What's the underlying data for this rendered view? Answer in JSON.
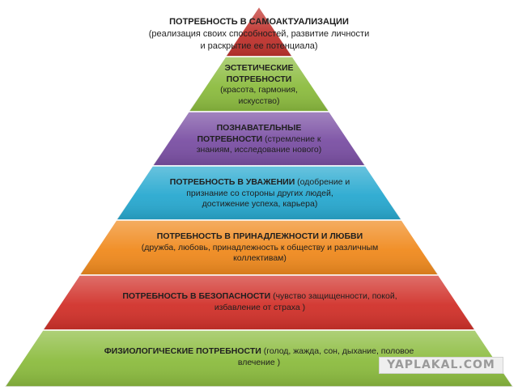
{
  "levels": [
    {
      "title": "ПОТРЕБНОСТЬ В САМОАКТУАЛИЗАЦИИ",
      "description": "(реализация своих способностей, развитие личности и раскрытие ее потенциала)",
      "color": "#c0332e"
    },
    {
      "title": "ЭСТЕТИЧЕСКИЕ ПОТРЕБНОСТИ",
      "description": "(красота, гармония, искусство)",
      "color": "#8cbc3f"
    },
    {
      "title": "ПОЗНАВАТЕЛЬНЫЕ ПОТРЕБНОСТИ",
      "description": "(стремление к знаниям, исследование нового)",
      "color": "#7a4fa3"
    },
    {
      "title": "ПОТРЕБНОСТЬ В УВАЖЕНИИ",
      "description": "(одобрение и признание со стороны других людей, достижение успеха, карьера)",
      "color": "#28a9d0"
    },
    {
      "title": "ПОТРЕБНОСТЬ В ПРИНАДЛЕЖНОСТИ И ЛЮБВИ",
      "description": "(дружба, любовь, принадлежность к обществу и различным коллективам)",
      "color": "#f08a1e"
    },
    {
      "title": "ПОТРЕБНОСТЬ В БЕЗОПАСНОСТИ",
      "description": "(чувство защищенности, покой, избавление от страха )",
      "color": "#d1312a"
    },
    {
      "title": "ФИЗИОЛОГИЧЕСКИЕ ПОТРЕБНОСТИ",
      "description": "(голод, жажда, сон, дыхание, половое влечение )",
      "color": "#8cbc3f"
    }
  ],
  "watermark": "YAPLAKAL.COM"
}
